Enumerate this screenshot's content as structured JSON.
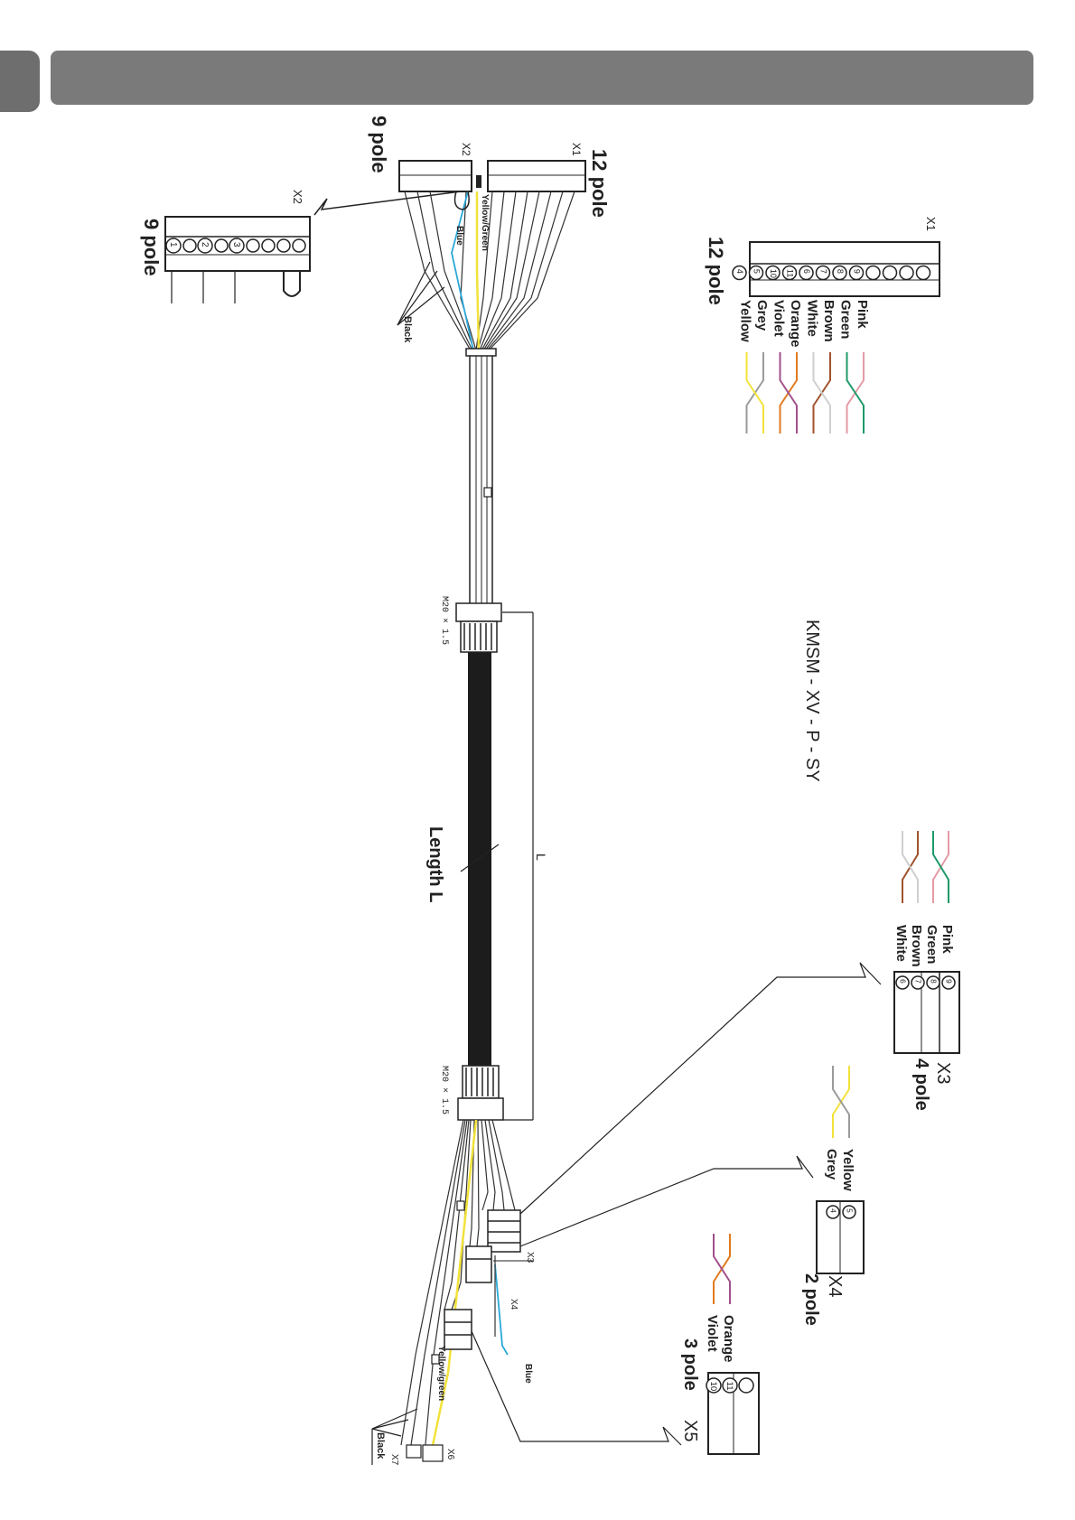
{
  "title": "KMSM - XV - P - SY",
  "labels": {
    "x1": "X1",
    "x2": "X2",
    "x3": "X3",
    "x4": "X4",
    "x5": "X5",
    "x6": "X6",
    "x7": "X7",
    "twelve_pole": "12 pole",
    "nine_pole": "9 pole",
    "four_pole": "4 pole",
    "two_pole": "2 pole",
    "three_pole": "3 pole",
    "gland": "M20 × 1.5",
    "length_l": "Length L",
    "l": "L",
    "yellow_green": "Yellow/Green",
    "yellow_green_lower": "Yellow/green",
    "blue": "Blue",
    "black": "Black"
  },
  "x1_wires": [
    "Pink",
    "Green",
    "Brown",
    "White",
    "Orange",
    "Violet",
    "Grey",
    "Yellow"
  ],
  "x1_pins": [
    "9",
    "8",
    "7",
    "6",
    "11",
    "10",
    "5",
    "4"
  ],
  "x2_pins": [
    "1",
    "2",
    "3"
  ],
  "x3_wires": [
    "Pink",
    "Green",
    "Brown",
    "White"
  ],
  "x3_pins": [
    "9",
    "8",
    "7",
    "6"
  ],
  "x4_wires": [
    "Yellow",
    "Grey"
  ],
  "x4_pins": [
    "5",
    "4"
  ],
  "x5_wires": [
    "Orange",
    "Violet"
  ],
  "x5_pins": [
    "11",
    "10"
  ],
  "colors": {
    "pink": "#e59aa6",
    "green": "#1e9a6a",
    "brown": "#a0522d",
    "white": "#cfcfcf",
    "orange": "#e07a1f",
    "violet": "#a0508a",
    "grey": "#9a9a9a",
    "yellow": "#f2e23a",
    "blue": "#2aa8d8",
    "cable": "#222222",
    "banner": "#7a7a7a"
  }
}
